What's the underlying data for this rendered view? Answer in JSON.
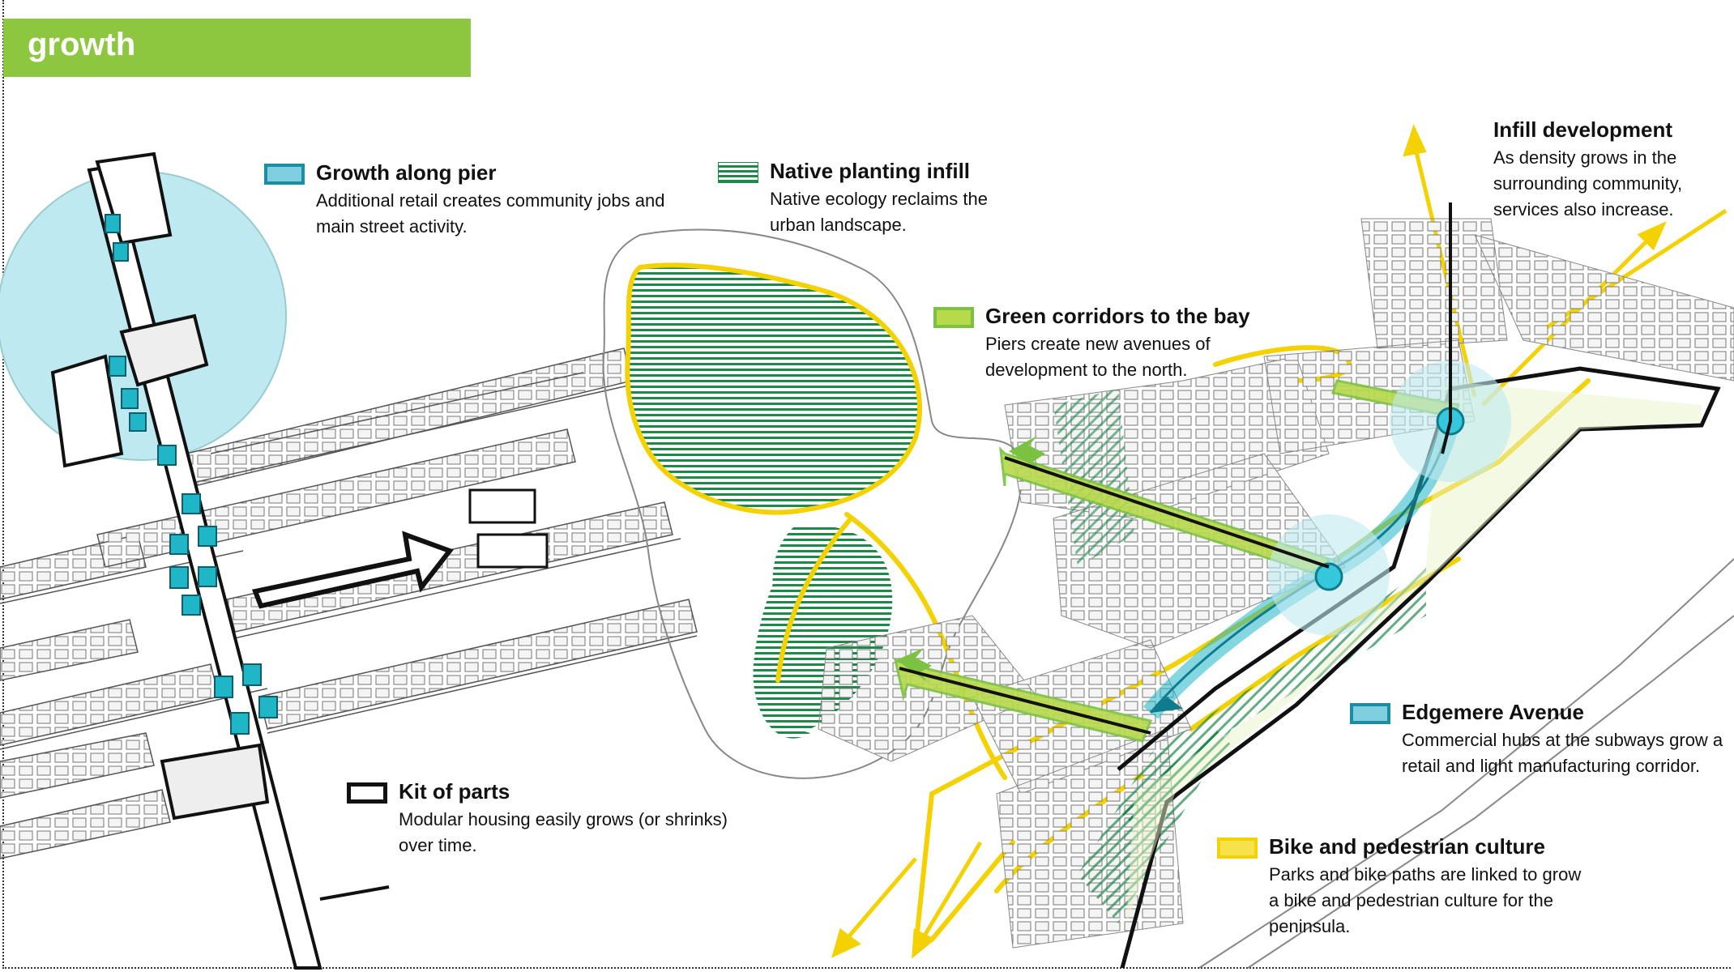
{
  "title": "growth",
  "legend": {
    "growth_pier": {
      "title": "Growth along pier",
      "desc": "Additional retail creates community jobs and main street activity."
    },
    "native_planting": {
      "title": "Native planting infill",
      "desc": "Native ecology reclaims the urban landscape."
    },
    "green_corridors": {
      "title": "Green corridors to the bay",
      "desc": "Piers create new avenues of development to the north."
    },
    "infill": {
      "title": "Infill development",
      "desc": "As density grows in the surrounding community, services also increase."
    },
    "kit_of_parts": {
      "title": "Kit of parts",
      "desc": "Modular housing easily grows (or shrinks) over time."
    },
    "edgemere": {
      "title": "Edgemere Avenue",
      "desc": "Commercial hubs at the subways grow a retail and light manufacturing corridor."
    },
    "bike_ped": {
      "title": "Bike and pedestrian culture",
      "desc": "Parks and bike paths are linked to grow a bike and pedestrian culture for the peninsula."
    }
  },
  "colors": {
    "title_bar": "#8dc63f",
    "cyan_fill": "#7fcfe0",
    "cyan_stroke": "#1b8ea3",
    "hatch_green": "#1e8a4a",
    "corridor_green": "#b8d94a",
    "bike_yellow": "#f4d100",
    "halo": "#bfe9f0"
  },
  "icons": [
    "arrow-north-icon",
    "arrow-northeast-icon",
    "arrow-south-icon",
    "arrow-southwest-icon",
    "kit-growth-arrow-icon"
  ]
}
